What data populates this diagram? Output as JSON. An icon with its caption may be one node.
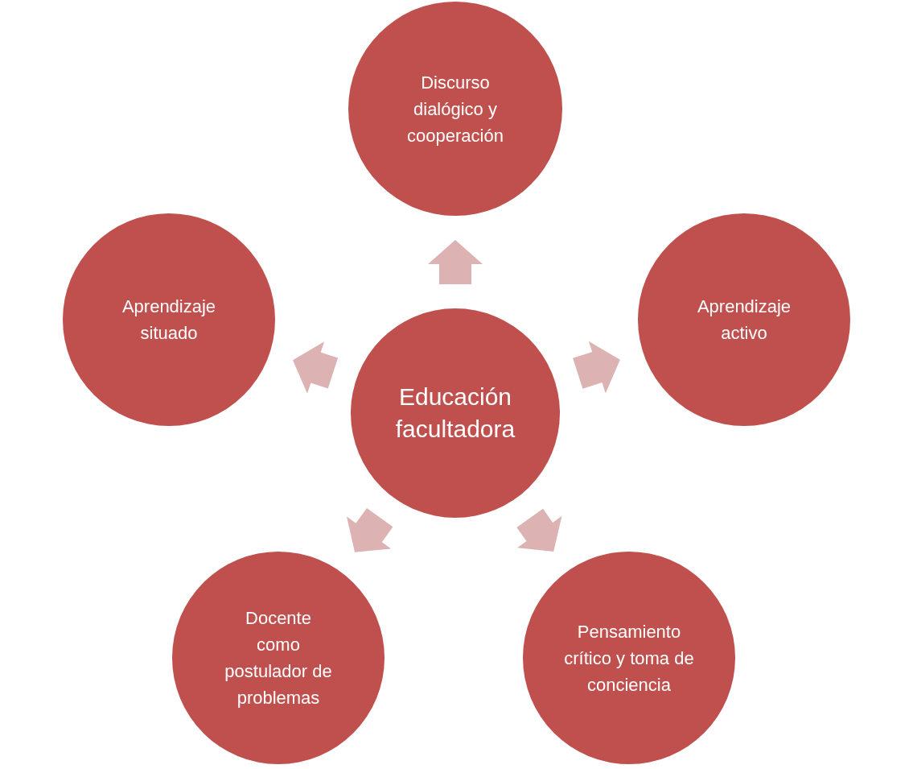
{
  "diagram": {
    "nodes": [
      {
        "text": [
          "Educación facultadora"
        ]
      },
      {
        "text": [
          "Discurso dialógico y cooperación"
        ]
      },
      {
        "text": [
          "Aprendizaje activo"
        ]
      },
      {
        "text": [
          "Pensamiento crítico y toma de conciencia"
        ]
      },
      {
        "text": [
          "Docente como postulador de problemas"
        ]
      },
      {
        "text": [
          "Aprendizaje situado"
        ]
      }
    ],
    "edges": [
      {
        "from": 0,
        "to": 1,
        "arrow": "to"
      },
      {
        "from": 0,
        "to": 2,
        "arrow": "to"
      },
      {
        "from": 0,
        "to": 3,
        "arrow": "to"
      },
      {
        "from": 0,
        "to": 4,
        "arrow": "to"
      },
      {
        "from": 0,
        "to": 5,
        "arrow": "to"
      }
    ]
  }
}
